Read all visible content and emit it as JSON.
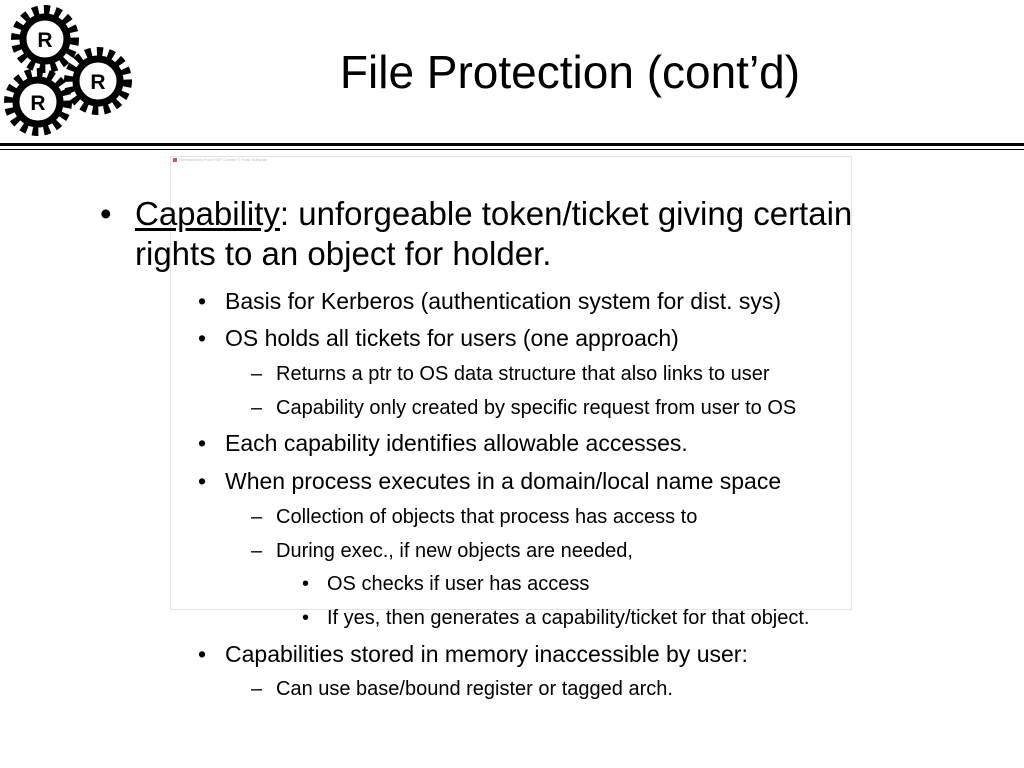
{
  "logo": {
    "letters": [
      "R",
      "R",
      "R"
    ]
  },
  "title": "File Protection (cont’d)",
  "faint_caption": "Generated by Foxit PDF Creator © Foxit Software",
  "bullets": {
    "b1": {
      "marker": "•",
      "term": "Capability",
      "rest": ": unforgeable token/ticket giving certain rights to an object for holder."
    },
    "b2": {
      "marker": "•",
      "text": "Basis for Kerberos (authentication system for dist. sys)"
    },
    "b3": {
      "marker": "•",
      "text": "OS holds all tickets for users (one approach)"
    },
    "b4": {
      "marker": "–",
      "text": "Returns a ptr to OS data structure that also links to user"
    },
    "b5": {
      "marker": "–",
      "text": "Capability only created by specific request from user to OS"
    },
    "b6": {
      "marker": "•",
      "text": "Each capability identifies allowable accesses."
    },
    "b7": {
      "marker": "•",
      "text": "When process executes in a domain/local name space"
    },
    "b8": {
      "marker": "–",
      "text": "Collection of objects that process has access to"
    },
    "b9": {
      "marker": "–",
      "text": "During exec., if new objects are needed,"
    },
    "b10": {
      "marker": "•",
      "text": "OS checks if user has access"
    },
    "b11": {
      "marker": "•",
      "text": "If yes, then generates a capability/ticket for that object."
    },
    "b12": {
      "marker": "•",
      "text": "Capabilities stored in memory inaccessible by user:"
    },
    "b13": {
      "marker": "–",
      "text": "Can use base/bound register or tagged arch."
    }
  }
}
